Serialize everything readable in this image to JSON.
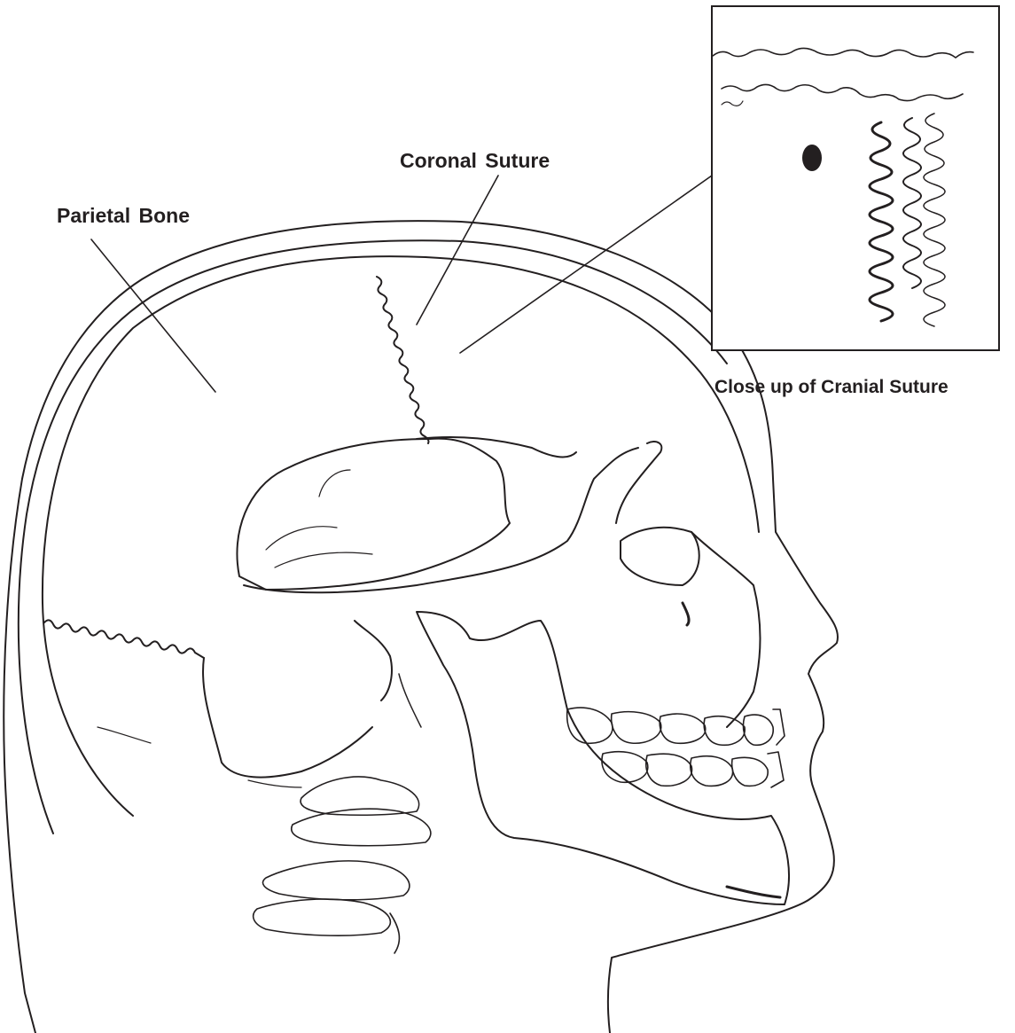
{
  "labels": {
    "parietal_bone": "Parietal Bone",
    "coronal_suture": "Coronal Suture",
    "close_up": "Close up of Cranial Suture"
  },
  "colors": {
    "ink": "#231f20",
    "background": "#ffffff"
  }
}
